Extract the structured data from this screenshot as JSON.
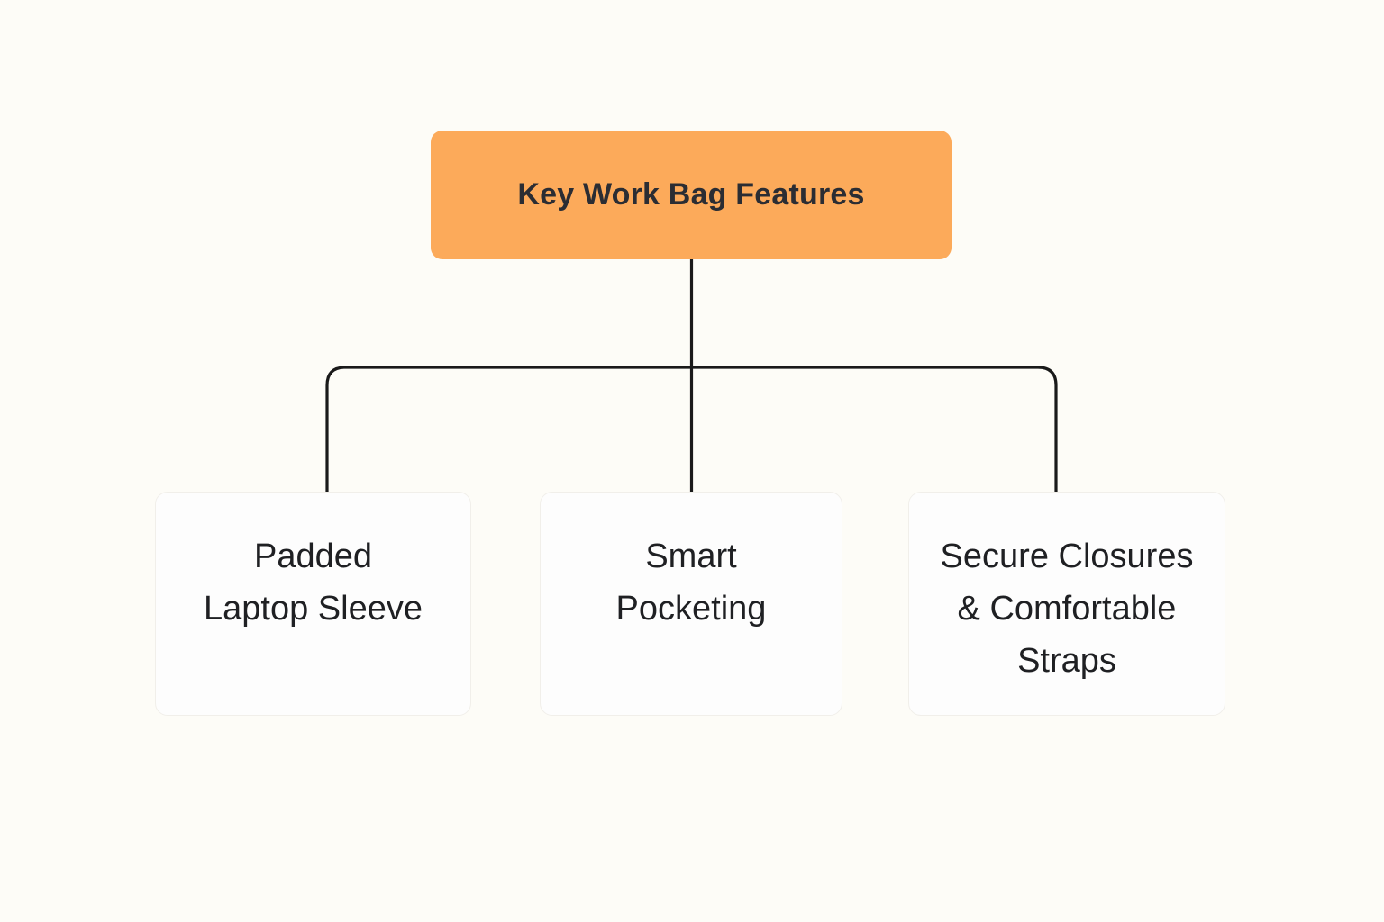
{
  "diagram": {
    "type": "hierarchy-tree",
    "background_color": "#FDFCF7",
    "connector_color": "#1A1A1A",
    "root": {
      "label": "Key Work Bag Features",
      "background_color": "#FCAA5A",
      "text_color": "#2B2D33"
    },
    "children": [
      {
        "label": "Padded\nLaptop Sleeve",
        "background_color": "#FDFDFD",
        "text_color": "#1F2023"
      },
      {
        "label": "Smart\nPocketing",
        "background_color": "#FDFDFD",
        "text_color": "#1F2023"
      },
      {
        "label": "Secure Closures\n& Comfortable\nStraps",
        "background_color": "#FDFDFD",
        "text_color": "#1F2023"
      }
    ]
  }
}
